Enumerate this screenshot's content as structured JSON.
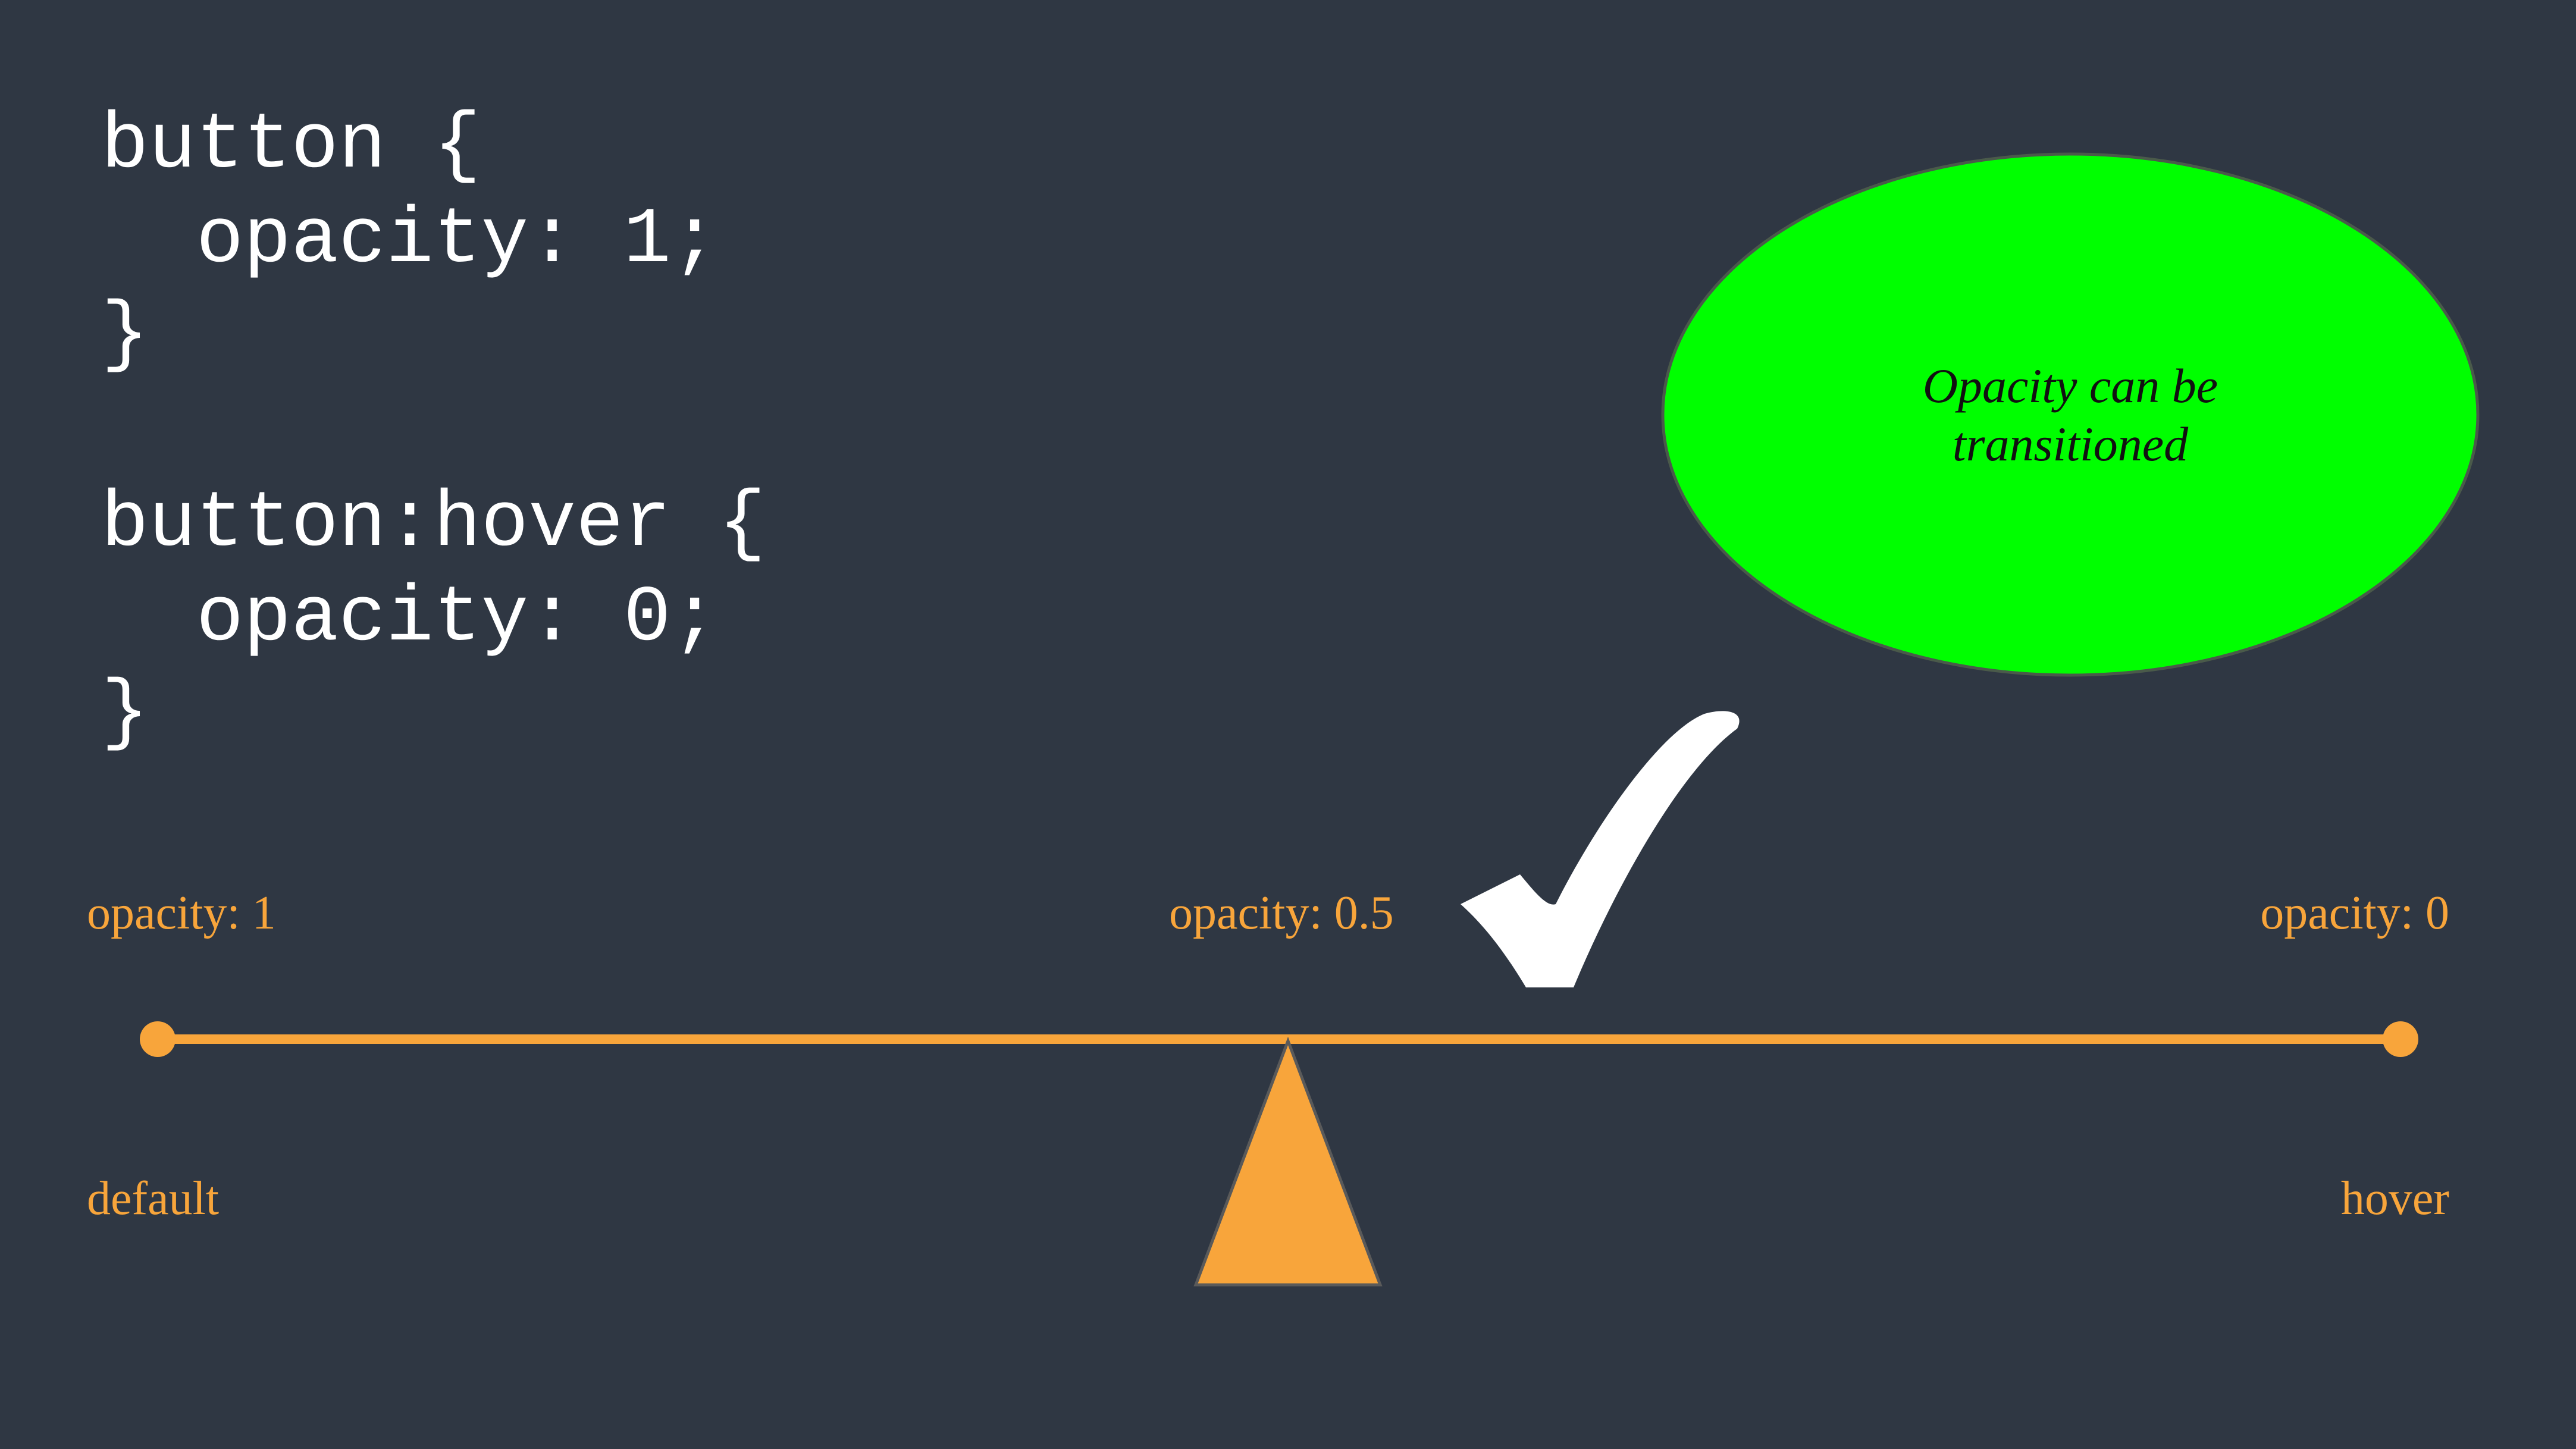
{
  "code": {
    "lines": [
      "button {",
      "  opacity: 1;",
      "}",
      "",
      "button:hover {",
      "  opacity: 0;",
      "}"
    ]
  },
  "scale": {
    "top_labels": {
      "left": "opacity: 1",
      "middle": "opacity: 0.5",
      "right": "opacity: 0"
    },
    "bottom_labels": {
      "left": "default",
      "right": "hover"
    }
  },
  "callout": {
    "line1": "Opacity can be",
    "line2": "transitioned"
  },
  "icons": {
    "checkmark": "checkmark-icon",
    "fulcrum": "triangle-fulcrum"
  },
  "colors": {
    "background": "#2f3743",
    "accent": "#f8a53b",
    "bubble": "#00ff00",
    "code_text": "#ffffff",
    "checkmark": "#ffffff"
  }
}
